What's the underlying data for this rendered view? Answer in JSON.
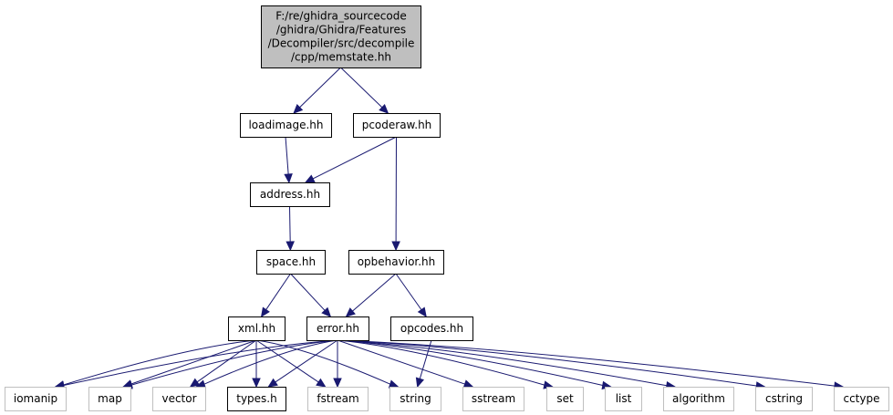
{
  "colors": {
    "edge": "#191970",
    "root_fill": "#bfbfbf",
    "root_stroke": "#000000",
    "local_stroke": "#000000",
    "system_stroke": "#bfbfbf",
    "node_fill": "#ffffff",
    "text": "#000000"
  },
  "nodes": [
    {
      "id": "root",
      "kind": "root",
      "lines": [
        "F:/re/ghidra_sourcecode",
        "/ghidra/Ghidra/Features",
        "/Decompiler/src/decompile",
        "/cpp/memstate.hh"
      ]
    },
    {
      "id": "loadimage",
      "kind": "local",
      "lines": [
        "loadimage.hh"
      ]
    },
    {
      "id": "pcoderaw",
      "kind": "local",
      "lines": [
        "pcoderaw.hh"
      ]
    },
    {
      "id": "address",
      "kind": "local",
      "lines": [
        "address.hh"
      ]
    },
    {
      "id": "space",
      "kind": "local",
      "lines": [
        "space.hh"
      ]
    },
    {
      "id": "opbehavior",
      "kind": "local",
      "lines": [
        "opbehavior.hh"
      ]
    },
    {
      "id": "xml",
      "kind": "local",
      "lines": [
        "xml.hh"
      ]
    },
    {
      "id": "error",
      "kind": "local",
      "lines": [
        "error.hh"
      ]
    },
    {
      "id": "opcodes",
      "kind": "local",
      "lines": [
        "opcodes.hh"
      ]
    },
    {
      "id": "iomanip",
      "kind": "system",
      "lines": [
        "iomanip"
      ]
    },
    {
      "id": "map",
      "kind": "system",
      "lines": [
        "map"
      ]
    },
    {
      "id": "vector",
      "kind": "system",
      "lines": [
        "vector"
      ]
    },
    {
      "id": "types",
      "kind": "local",
      "lines": [
        "types.h"
      ]
    },
    {
      "id": "fstream",
      "kind": "system",
      "lines": [
        "fstream"
      ]
    },
    {
      "id": "string",
      "kind": "system",
      "lines": [
        "string"
      ]
    },
    {
      "id": "sstream",
      "kind": "system",
      "lines": [
        "sstream"
      ]
    },
    {
      "id": "set",
      "kind": "system",
      "lines": [
        "set"
      ]
    },
    {
      "id": "list",
      "kind": "system",
      "lines": [
        "list"
      ]
    },
    {
      "id": "algorithm",
      "kind": "system",
      "lines": [
        "algorithm"
      ]
    },
    {
      "id": "cstring",
      "kind": "system",
      "lines": [
        "cstring"
      ]
    },
    {
      "id": "cctype",
      "kind": "system",
      "lines": [
        "cctype"
      ]
    }
  ],
  "edges": [
    {
      "from": "root",
      "to": "loadimage"
    },
    {
      "from": "root",
      "to": "pcoderaw"
    },
    {
      "from": "loadimage",
      "to": "address"
    },
    {
      "from": "pcoderaw",
      "to": "address"
    },
    {
      "from": "pcoderaw",
      "to": "opbehavior"
    },
    {
      "from": "address",
      "to": "space"
    },
    {
      "from": "space",
      "to": "xml"
    },
    {
      "from": "space",
      "to": "error"
    },
    {
      "from": "opbehavior",
      "to": "error"
    },
    {
      "from": "opbehavior",
      "to": "opcodes"
    },
    {
      "from": "xml",
      "to": "iomanip"
    },
    {
      "from": "xml",
      "to": "map"
    },
    {
      "from": "xml",
      "to": "vector"
    },
    {
      "from": "xml",
      "to": "types"
    },
    {
      "from": "xml",
      "to": "fstream"
    },
    {
      "from": "xml",
      "to": "string"
    },
    {
      "from": "error",
      "to": "iomanip"
    },
    {
      "from": "error",
      "to": "map"
    },
    {
      "from": "error",
      "to": "vector"
    },
    {
      "from": "error",
      "to": "types"
    },
    {
      "from": "error",
      "to": "fstream"
    },
    {
      "from": "error",
      "to": "sstream"
    },
    {
      "from": "error",
      "to": "set"
    },
    {
      "from": "error",
      "to": "list"
    },
    {
      "from": "error",
      "to": "algorithm"
    },
    {
      "from": "error",
      "to": "cstring"
    },
    {
      "from": "error",
      "to": "cctype"
    },
    {
      "from": "opcodes",
      "to": "string"
    }
  ]
}
